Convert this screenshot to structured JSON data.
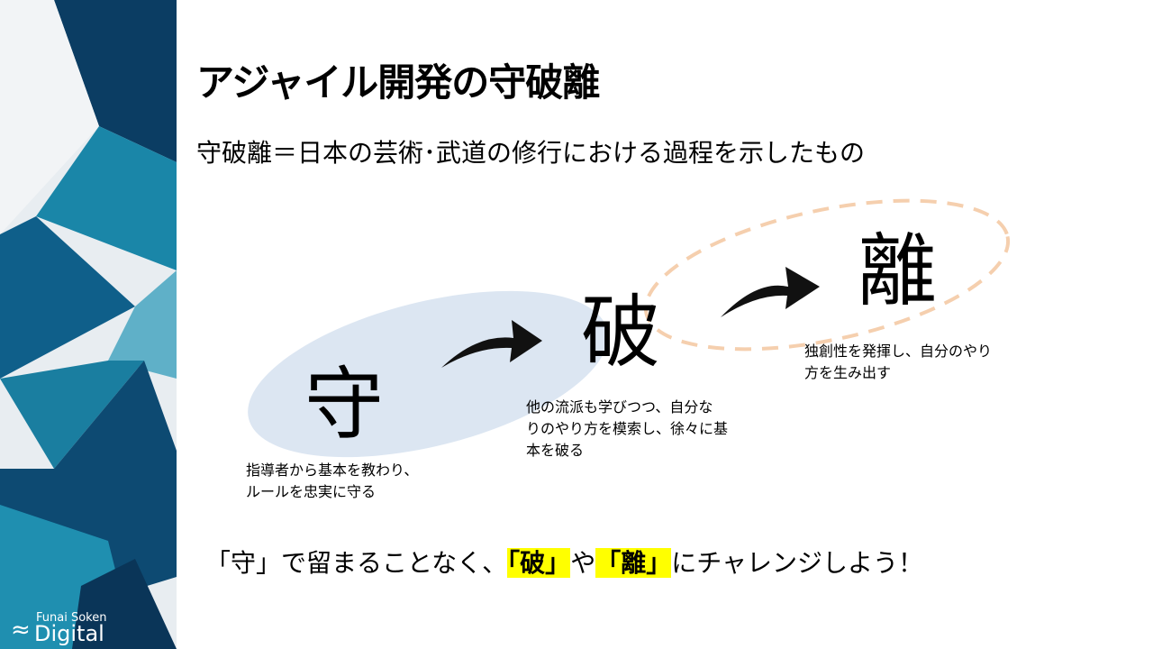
{
  "title": "アジャイル開発の守破離",
  "subtitle": "守破離＝日本の芸術･武道の修行における過程を示したもの",
  "stages": [
    {
      "kanji": "守",
      "desc_lines": [
        "指導者から基本を教わり、",
        "ルールを忠実に守る"
      ]
    },
    {
      "kanji": "破",
      "desc_lines": [
        "他の流派も学びつつ、自分な",
        "りのやり方を模索し、徐々に基",
        "本を破る"
      ]
    },
    {
      "kanji": "離",
      "desc_lines": [
        "独創性を発揮し、自分のやり",
        "方を生み出す"
      ]
    }
  ],
  "footer": {
    "part1": "「守」で留まることなく、",
    "hl1": "「破」",
    "part2": "や",
    "hl2": "「離」",
    "part3": "にチャレンジしよう！"
  },
  "logo": {
    "line1": "Funai Soken",
    "line2": "Digital"
  },
  "colors": {
    "ellipse_fill": "#dce6f2",
    "dashed": "#f5cfae",
    "highlight": "#ffff00"
  }
}
